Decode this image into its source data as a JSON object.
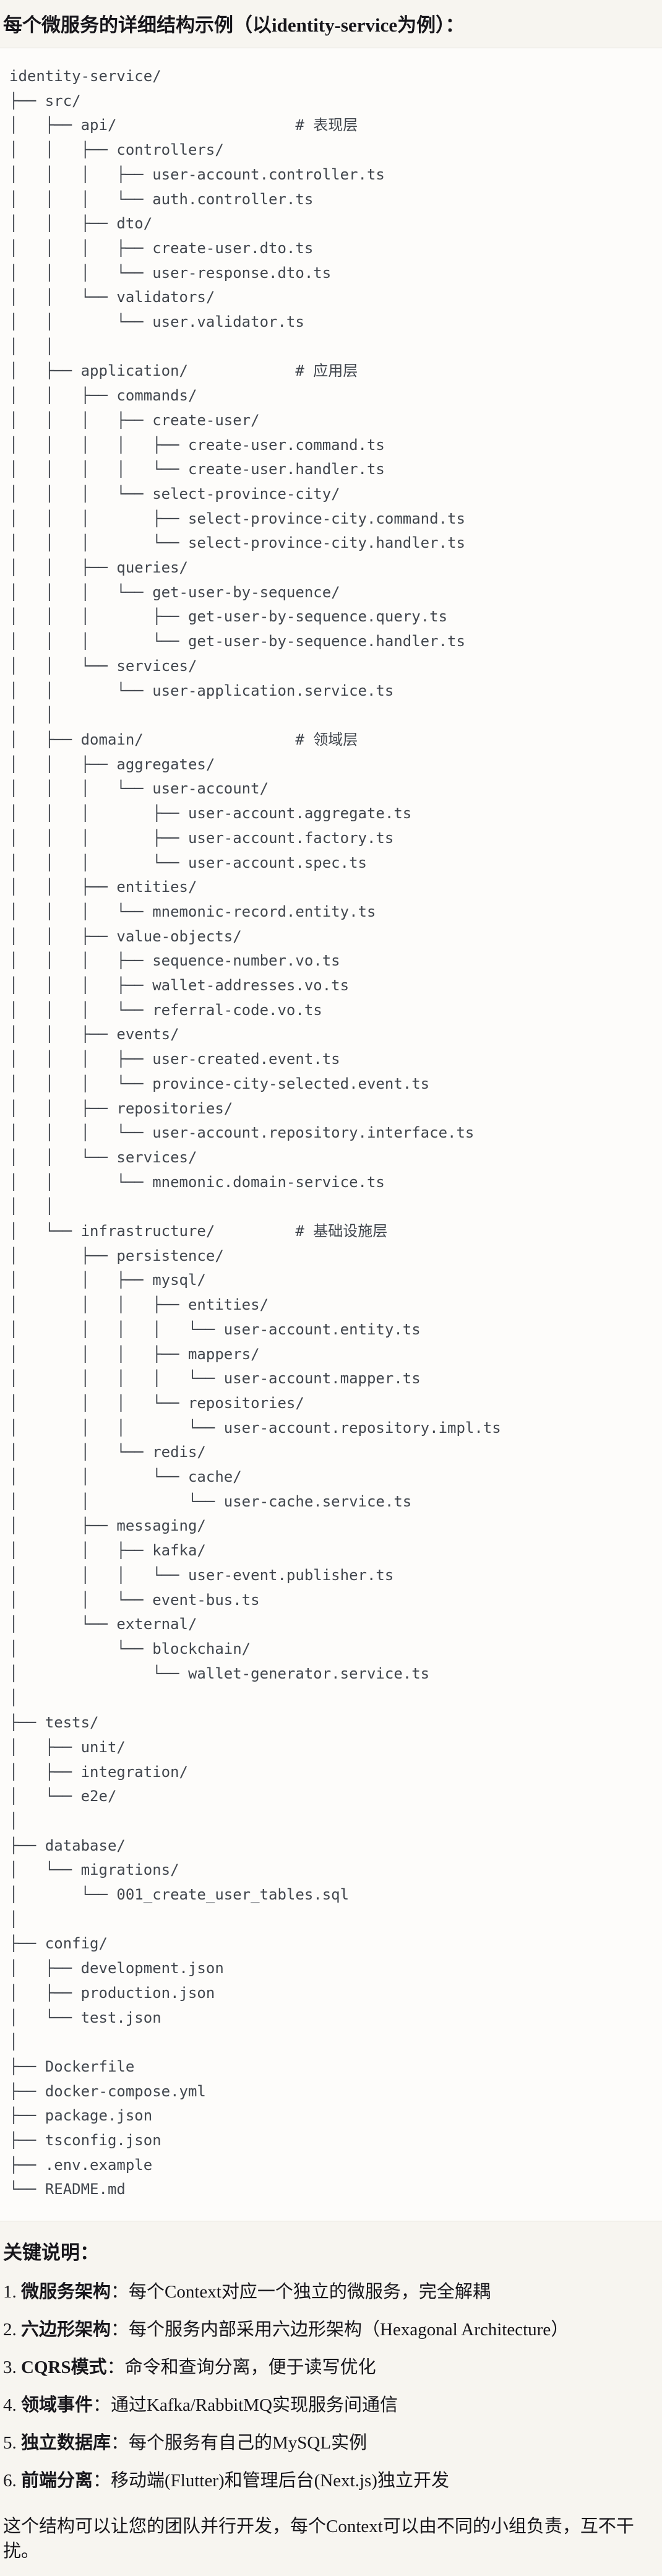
{
  "page": {
    "title": "每个微服务的详细结构示例（以identity-service为例）："
  },
  "tree": {
    "lines": [
      "identity-service/",
      "├── src/",
      "│   ├── api/                    # 表现层",
      "│   │   ├── controllers/",
      "│   │   │   ├── user-account.controller.ts",
      "│   │   │   └── auth.controller.ts",
      "│   │   ├── dto/",
      "│   │   │   ├── create-user.dto.ts",
      "│   │   │   └── user-response.dto.ts",
      "│   │   └── validators/",
      "│   │       └── user.validator.ts",
      "│   │",
      "│   ├── application/            # 应用层",
      "│   │   ├── commands/",
      "│   │   │   ├── create-user/",
      "│   │   │   │   ├── create-user.command.ts",
      "│   │   │   │   └── create-user.handler.ts",
      "│   │   │   └── select-province-city/",
      "│   │   │       ├── select-province-city.command.ts",
      "│   │   │       └── select-province-city.handler.ts",
      "│   │   ├── queries/",
      "│   │   │   └── get-user-by-sequence/",
      "│   │   │       ├── get-user-by-sequence.query.ts",
      "│   │   │       └── get-user-by-sequence.handler.ts",
      "│   │   └── services/",
      "│   │       └── user-application.service.ts",
      "│   │",
      "│   ├── domain/                 # 领域层",
      "│   │   ├── aggregates/",
      "│   │   │   └── user-account/",
      "│   │   │       ├── user-account.aggregate.ts",
      "│   │   │       ├── user-account.factory.ts",
      "│   │   │       └── user-account.spec.ts",
      "│   │   ├── entities/",
      "│   │   │   └── mnemonic-record.entity.ts",
      "│   │   ├── value-objects/",
      "│   │   │   ├── sequence-number.vo.ts",
      "│   │   │   ├── wallet-addresses.vo.ts",
      "│   │   │   └── referral-code.vo.ts",
      "│   │   ├── events/",
      "│   │   │   ├── user-created.event.ts",
      "│   │   │   └── province-city-selected.event.ts",
      "│   │   ├── repositories/",
      "│   │   │   └── user-account.repository.interface.ts",
      "│   │   └── services/",
      "│   │       └── mnemonic.domain-service.ts",
      "│   │",
      "│   └── infrastructure/         # 基础设施层",
      "│       ├── persistence/",
      "│       │   ├── mysql/",
      "│       │   │   ├── entities/",
      "│       │   │   │   └── user-account.entity.ts",
      "│       │   │   ├── mappers/",
      "│       │   │   │   └── user-account.mapper.ts",
      "│       │   │   └── repositories/",
      "│       │   │       └── user-account.repository.impl.ts",
      "│       │   └── redis/",
      "│       │       └── cache/",
      "│       │           └── user-cache.service.ts",
      "│       ├── messaging/",
      "│       │   ├── kafka/",
      "│       │   │   └── user-event.publisher.ts",
      "│       │   └── event-bus.ts",
      "│       └── external/",
      "│           └── blockchain/",
      "│               └── wallet-generator.service.ts",
      "│",
      "├── tests/",
      "│   ├── unit/",
      "│   ├── integration/",
      "│   └── e2e/",
      "│",
      "├── database/",
      "│   └── migrations/",
      "│       └── 001_create_user_tables.sql",
      "│",
      "├── config/",
      "│   ├── development.json",
      "│   ├── production.json",
      "│   └── test.json",
      "│",
      "├── Dockerfile",
      "├── docker-compose.yml",
      "├── package.json",
      "├── tsconfig.json",
      "├── .env.example",
      "└── README.md"
    ]
  },
  "notes": {
    "heading": "关键说明：",
    "items": [
      {
        "num": "1. ",
        "label": "微服务架构",
        "text": "：每个Context对应一个独立的微服务，完全解耦"
      },
      {
        "num": "2. ",
        "label": "六边形架构",
        "text": "：每个服务内部采用六边形架构（Hexagonal Architecture）"
      },
      {
        "num": "3. ",
        "label": "CQRS模式",
        "text": "：命令和查询分离，便于读写优化"
      },
      {
        "num": "4. ",
        "label": "领域事件",
        "text": "：通过Kafka/RabbitMQ实现服务间通信"
      },
      {
        "num": "5. ",
        "label": "独立数据库",
        "text": "：每个服务有自己的MySQL实例"
      },
      {
        "num": "6. ",
        "label": "前端分离",
        "text": "：移动端(Flutter)和管理后台(Next.js)独立开发"
      }
    ],
    "footer": "这个结构可以让您的团队并行开发，每个Context可以由不同的小组负责，互不干扰。"
  }
}
